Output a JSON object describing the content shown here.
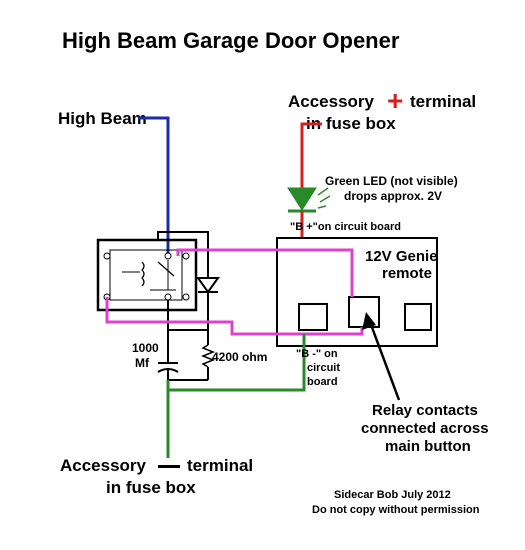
{
  "title": "High Beam Garage Door Opener",
  "labels": {
    "high_beam": "High Beam",
    "acc_plus_line1_a": "Accessory",
    "acc_plus_sign": "+",
    "acc_plus_line1_b": "terminal",
    "acc_plus_line2": "in fuse box",
    "led_line1": "Green LED (not visible)",
    "led_line2": "drops approx. 2V",
    "b_plus": "\"B +\"on circuit board",
    "remote_line1": "12V Genie",
    "remote_line2": "remote",
    "cap_line1": "1000",
    "cap_line2": "Mf",
    "resistor": "4200 ohm",
    "b_minus_line1": "\"B -\" on",
    "b_minus_line2": "circuit",
    "b_minus_line3": "board",
    "relay_line1": "Relay contacts",
    "relay_line2": "connected across",
    "relay_line3": "main button",
    "acc_minus_line1_a": "Accessory",
    "acc_minus_line1_b": "terminal",
    "acc_minus_line2": "in fuse box",
    "credit_line1": "Sidecar Bob July 2012",
    "credit_line2": "Do not copy without permission"
  },
  "colors": {
    "blue_wire": "#1a2ea8",
    "red_wire": "#d42020",
    "green_wire": "#2a8a2a",
    "magenta_wire": "#e040d0",
    "black": "#000000"
  }
}
